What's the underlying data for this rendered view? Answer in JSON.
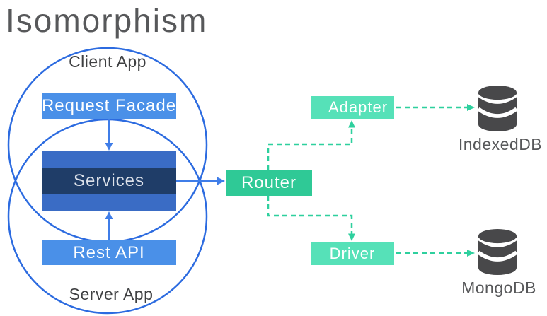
{
  "title": "Isomorphism",
  "groups": {
    "client": {
      "label": "Client App"
    },
    "server": {
      "label": "Server App"
    }
  },
  "nodes": {
    "request_facade": {
      "label": "Request Facade"
    },
    "services": {
      "label": "Services"
    },
    "rest_api": {
      "label": "Rest API"
    },
    "router": {
      "label": "Router"
    },
    "adapter": {
      "label": "Adapter"
    },
    "driver": {
      "label": "Driver"
    }
  },
  "databases": {
    "indexeddb": {
      "label": "IndexedDB"
    },
    "mongodb": {
      "label": "MongoDB"
    }
  },
  "edges": [
    {
      "from": "Request Facade",
      "to": "Services",
      "style": "solid-arrow"
    },
    {
      "from": "Rest API",
      "to": "Services",
      "style": "solid-arrow"
    },
    {
      "from": "Services",
      "to": "Router",
      "style": "solid-arrow"
    },
    {
      "from": "Router",
      "to": "Adapter",
      "style": "dashed-arrow"
    },
    {
      "from": "Router",
      "to": "Driver",
      "style": "dashed-arrow"
    },
    {
      "from": "Adapter",
      "to": "IndexedDB",
      "style": "dashed-arrow"
    },
    {
      "from": "Driver",
      "to": "MongoDB",
      "style": "dashed-arrow"
    }
  ],
  "colors": {
    "circle_stroke": "#2c6be0",
    "arrow_blue": "#3f7de8",
    "box_blue": "#4a90e8",
    "services_outer": "#3a6cc5",
    "services_inner": "#1f3d68",
    "router_green": "#2fc996",
    "adapter_mint": "#56e1b8",
    "dash_teal": "#2ed09e",
    "db_icon_gray": "#48484a",
    "label_gray": "#3f4042",
    "title_gray": "#57585a"
  }
}
